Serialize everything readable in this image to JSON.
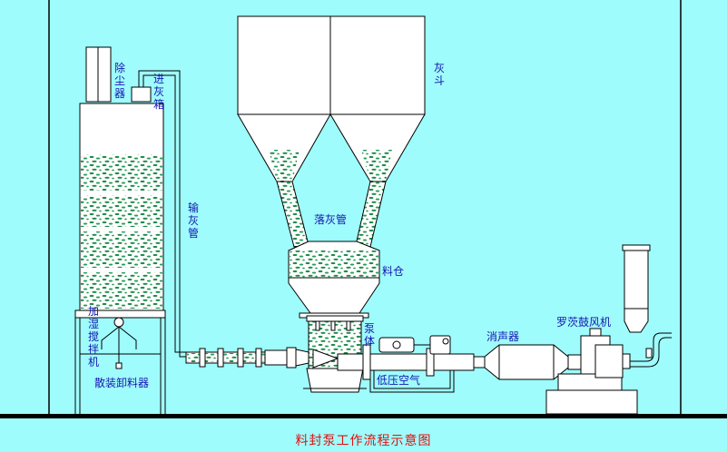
{
  "title": "料封泵工作流程示意图",
  "labels": {
    "dust_collector": "除尘器",
    "feed_box": "进灰箱",
    "conveying_pipe": "输灰管",
    "ash_hopper": "灰斗",
    "drop_pipe": "落灰管",
    "material_bin": "料仓",
    "pump_body": "泵体",
    "silencer": "消声器",
    "roots_blower": "罗茨鼓风机",
    "humidifier_mixer": "加湿搅拌机",
    "bulk_unloader": "散装卸料器",
    "low_pressure_air": "低压空气"
  },
  "colors": {
    "background": "#9ffcfc",
    "line": "#000000",
    "fill_white": "#ffffff",
    "ash_green": "#1e8a4a",
    "label": "#1515b0",
    "title": "#e01010"
  }
}
